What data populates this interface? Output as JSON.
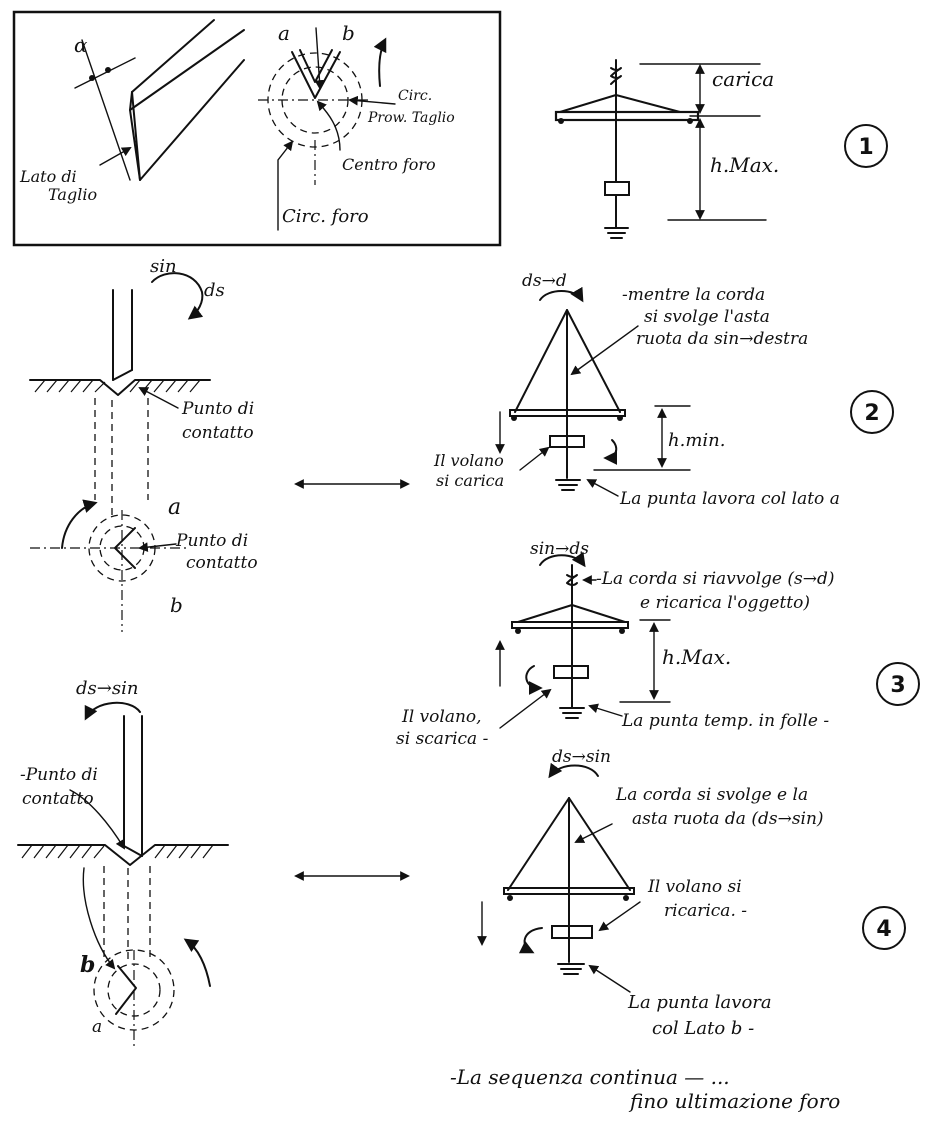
{
  "inset": {
    "alpha": "α",
    "cutting_side": [
      "Lato di",
      "Taglio"
    ],
    "label_a": "a",
    "label_b": "b",
    "circ_cut": [
      "Circ.",
      "Prow. Taglio"
    ],
    "hole_center": "Centro foro",
    "hole_circle": "Circ. foro"
  },
  "stage1": {
    "number": "1",
    "load": "carica",
    "hmax": "h.Max."
  },
  "stage2": {
    "number": "2",
    "rotation_top": [
      "sin",
      "ds"
    ],
    "contact_top": [
      "Punto di",
      "contatto"
    ],
    "label_a": "a",
    "label_b": "b",
    "contact_bottom": [
      "Punto di",
      "contatto"
    ],
    "rotation_right": "ds→d",
    "note": [
      "-mentre la corda",
      "si svolge l'asta",
      "ruota da sin→destra"
    ],
    "hmin": "h.min.",
    "flywheel": [
      "Il volano",
      "si carica"
    ],
    "tip": "La punta lavora col lato a"
  },
  "stage3": {
    "number": "3",
    "rotation": "sin→ds",
    "note": [
      "-La corda si riavvolge (s→d)",
      "e ricarica l'oggetto)"
    ],
    "hmax": "h.Max.",
    "flywheel": [
      "Il volano,",
      "si scarica -"
    ],
    "tip": "La punta temp. in folle -"
  },
  "stage4": {
    "number": "4",
    "rotation_left": "ds→sin",
    "contact": [
      "-Punto di",
      "contatto"
    ],
    "label_b": "b",
    "label_a": "a",
    "rotation_right": "ds→sin",
    "note": [
      "La corda si svolge e la",
      "asta ruota da (ds→sin)"
    ],
    "flywheel": [
      "Il volano si",
      "ricarica. -"
    ],
    "tip": [
      "La punta lavora",
      "col Lato b -"
    ]
  },
  "footer": [
    "-La sequenza continua — ...",
    "fino ultimazione foro"
  ]
}
